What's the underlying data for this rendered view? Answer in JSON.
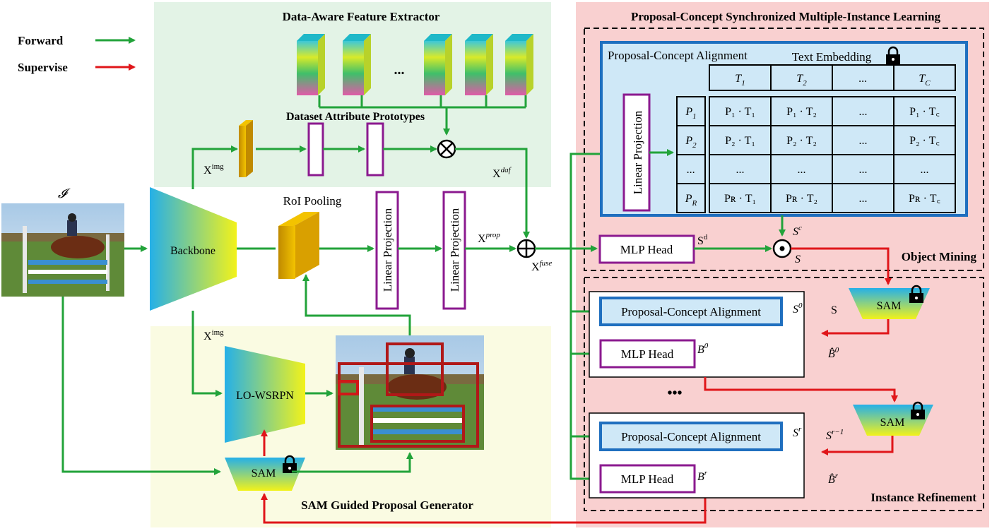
{
  "legend": {
    "forward": "Forward",
    "supervise": "Supervise"
  },
  "colors": {
    "forward": "#22a33a",
    "supervise": "#e0161a",
    "module_border": "#8b1a8f",
    "alignment_border": "#1f6fbf"
  },
  "sections": {
    "feature_extractor": "Data-Aware Feature Extractor",
    "prototypes": "Dataset Attribute Prototypes",
    "proposal_generator": "SAM Guided Proposal Generator",
    "pcsmil": "Proposal-Concept Synchronized Multiple-Instance Learning",
    "object_mining": "Object Mining",
    "instance_refinement": "Instance Refinement"
  },
  "labels": {
    "input_image": "𝓘",
    "backbone": "Backbone",
    "roi_pooling": "RoI Pooling",
    "linear_projection": "Linear Projection",
    "lo_wsrpn": "LO-WSRPN",
    "sam": "SAM",
    "mlp_head": "MLP Head",
    "alignment": "Proposal-Concept Alignment",
    "text_embedding": "Text Embedding",
    "ellipsis": "...",
    "dots": "•••"
  },
  "math": {
    "x_img": "X",
    "x_img_sup": "img",
    "x_daf": "X",
    "x_daf_sup": "daf",
    "x_prop": "X",
    "x_prop_sup": "prop",
    "x_fuse": "X",
    "x_fuse_sup": "fuse",
    "s_d": "S",
    "s_d_sup": "d",
    "s_c": "S",
    "s_c_sup": "c",
    "s": "S",
    "s_0": "S",
    "s_0_sup": "0",
    "b_0": "B",
    "b_0_sup": "0",
    "s_r": "S",
    "s_r_sup": "r",
    "b_r": "B",
    "b_r_sup": "r",
    "s_r1": "S",
    "s_r1_sup": "r−1",
    "bhat_0": "B̂",
    "bhat_0_sup": "0",
    "bhat_r": "B̂",
    "bhat_r_sup": "r",
    "s_plain": "S"
  },
  "table": {
    "headers": [
      "T",
      "T",
      "...",
      "T"
    ],
    "header_subs": [
      "1",
      "2",
      "",
      "C"
    ],
    "row_labels": [
      "P",
      "P",
      "...",
      "P"
    ],
    "row_subs": [
      "1",
      "2",
      "",
      "R"
    ],
    "rows": [
      [
        "P₁ · T₁",
        "P₁ · T₂",
        "...",
        "P₁ · T꜀"
      ],
      [
        "P₂ · T₁",
        "P₂ · T₂",
        "...",
        "P₂ · T꜀"
      ],
      [
        "...",
        "...",
        "...",
        "..."
      ],
      [
        "Pʀ · T₁",
        "Pʀ · T₂",
        "...",
        "Pʀ · T꜀"
      ]
    ]
  }
}
